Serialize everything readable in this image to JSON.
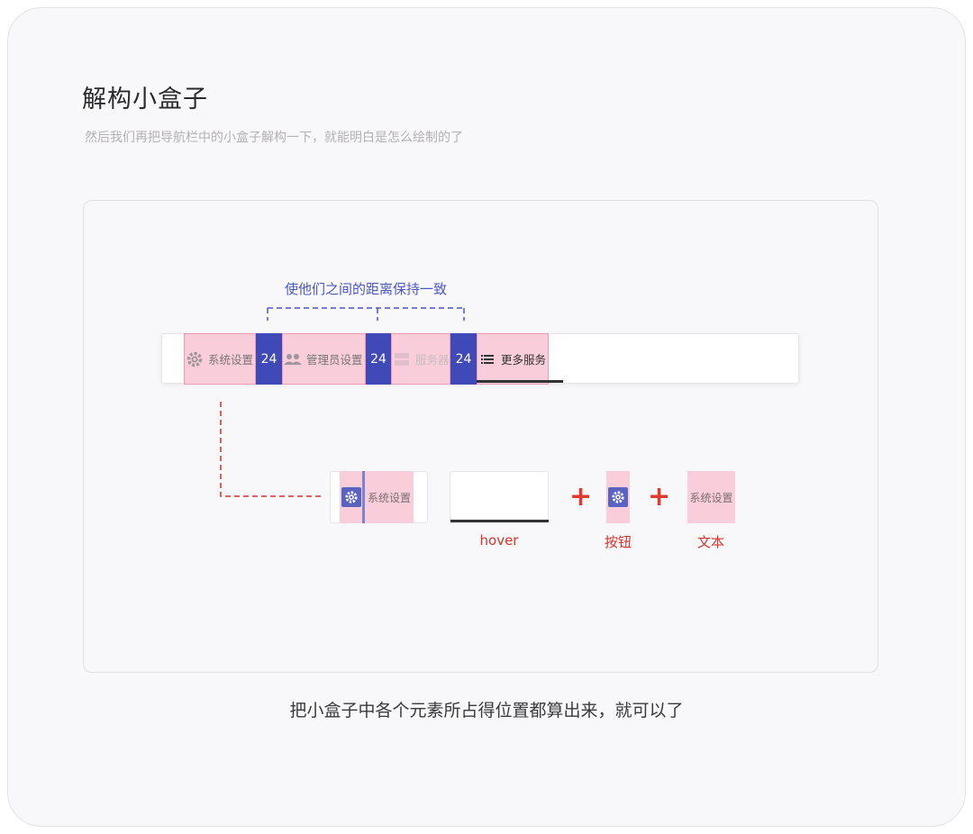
{
  "header": {
    "title": "解构小盒子",
    "subtitle": "然后我们再把导航栏中的小盒子解构一下，就能明白是怎么绘制的了"
  },
  "diagram": {
    "spacing_note": "使他们之间的距离保持一致",
    "nav_items": [
      {
        "label": "系统设置",
        "icon": "gear-icon"
      },
      {
        "label": "管理员设置",
        "icon": "users-icon"
      },
      {
        "label": "服务器",
        "icon": "server-icon"
      },
      {
        "label": "更多服务",
        "icon": "menu-icon"
      }
    ],
    "gap_value_1": "24",
    "gap_value_2": "24",
    "gap_value_3": "24",
    "parts": {
      "sample_label": "系统设置",
      "hover_label": "hover",
      "button_label": "按钮",
      "text_label": "文本",
      "text_sample": "系统设置",
      "plus_1": "+",
      "plus_2": "+"
    },
    "colors": {
      "pink_fill": "#f9cdd9",
      "pink_border": "#ef9ab2",
      "gap_blue": "#3f49b8",
      "note_blue": "#4a57c9",
      "note_red": "#d6342c"
    }
  },
  "footer": {
    "caption": "把小盒子中各个元素所占得位置都算出来，就可以了"
  }
}
